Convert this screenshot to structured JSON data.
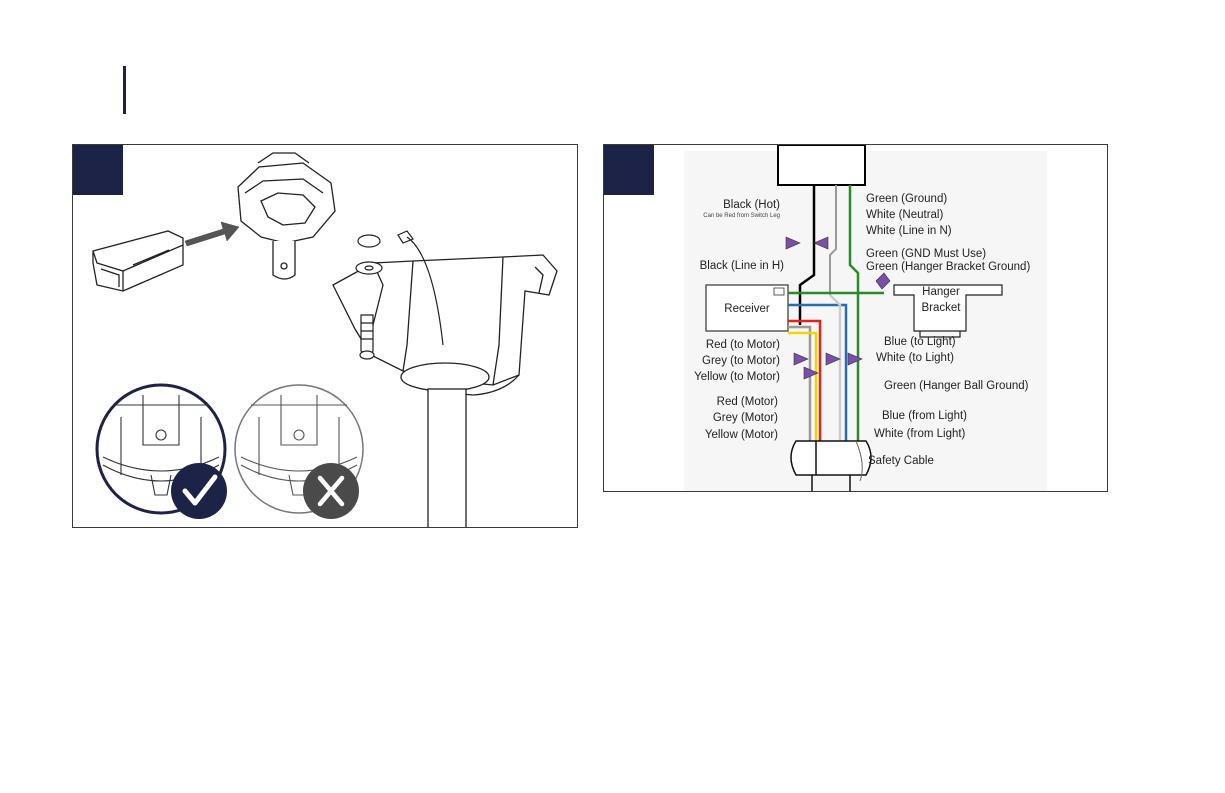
{
  "colors": {
    "accent": "#1c2347",
    "check_badge": "#1c2347",
    "cross_badge": "#4a4a4a",
    "wire_black": "#000000",
    "wire_white": "#d8d8d8",
    "wire_green": "#2a8a2a",
    "wire_blue": "#2b6cb0",
    "wire_red": "#e0241b",
    "wire_yellow": "#f2d400",
    "wire_grey": "#9a9a9a",
    "wire_nut": "#7a4fa8"
  },
  "left_panel": {
    "icons": [
      "check-icon",
      "cross-icon"
    ]
  },
  "wiring": {
    "labels_left": {
      "black_hot": "Black (Hot)",
      "black_hot_note": "Can be Red from Switch Leg",
      "black_line_h": "Black (Line in H)",
      "red_to_motor": "Red (to Motor)",
      "grey_to_motor": "Grey (to Motor)",
      "yellow_to_motor": "Yellow (to Motor)",
      "red_motor": "Red (Motor)",
      "grey_motor": "Grey (Motor)",
      "yellow_motor": "Yellow (Motor)"
    },
    "labels_right": {
      "green_ground": "Green (Ground)",
      "white_neutral": "White (Neutral)",
      "white_line_n": "White (Line in N)",
      "green_gnd_must": "Green (GND Must Use)",
      "green_hanger_bracket": "Green (Hanger Bracket Ground)",
      "blue_to_light": "Blue (to Light)",
      "white_to_light": "White (to Light)",
      "green_hanger_ball": "Green (Hanger Ball Ground)",
      "blue_from_light": "Blue (from Light)",
      "white_from_light": "White (from Light)",
      "safety_cable": "Safety Cable"
    },
    "receiver": "Receiver",
    "hanger_line1": "Hanger",
    "hanger_line2": "Bracket"
  }
}
